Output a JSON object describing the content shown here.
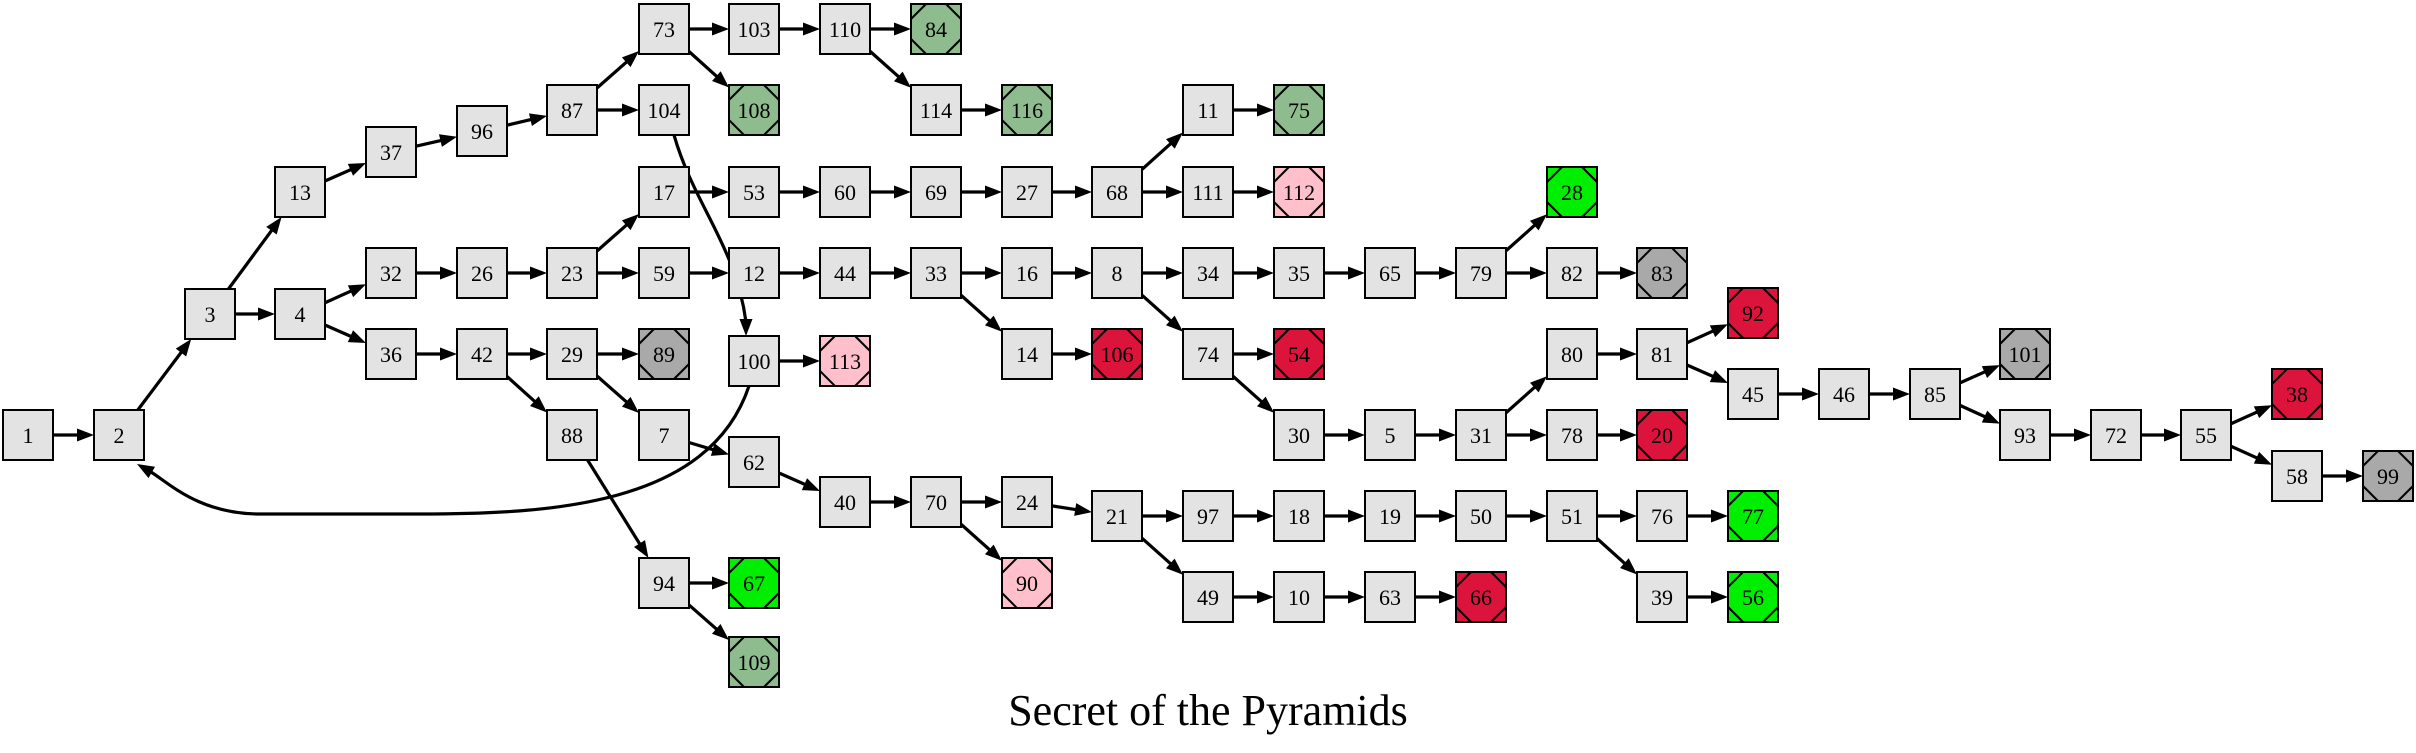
{
  "title": "Secret of the Pyramids",
  "colors": {
    "normal": "#e3e3e3",
    "good": "#8fbc8f",
    "best": "#00ee00",
    "bad": "#dc143c",
    "neutral": "#a9a9a9",
    "pink": "#ffc0cb"
  },
  "nodes": [
    {
      "id": "1",
      "label": "1",
      "kind": "normal"
    },
    {
      "id": "2",
      "label": "2",
      "kind": "normal"
    },
    {
      "id": "3",
      "label": "3",
      "kind": "normal"
    },
    {
      "id": "4",
      "label": "4",
      "kind": "normal"
    },
    {
      "id": "13",
      "label": "13",
      "kind": "normal"
    },
    {
      "id": "32",
      "label": "32",
      "kind": "normal"
    },
    {
      "id": "36",
      "label": "36",
      "kind": "normal"
    },
    {
      "id": "37",
      "label": "37",
      "kind": "normal"
    },
    {
      "id": "26",
      "label": "26",
      "kind": "normal"
    },
    {
      "id": "42",
      "label": "42",
      "kind": "normal"
    },
    {
      "id": "96",
      "label": "96",
      "kind": "normal"
    },
    {
      "id": "23",
      "label": "23",
      "kind": "normal"
    },
    {
      "id": "29",
      "label": "29",
      "kind": "normal"
    },
    {
      "id": "88",
      "label": "88",
      "kind": "normal"
    },
    {
      "id": "87",
      "label": "87",
      "kind": "normal"
    },
    {
      "id": "17",
      "label": "17",
      "kind": "normal"
    },
    {
      "id": "59",
      "label": "59",
      "kind": "normal"
    },
    {
      "id": "89",
      "label": "89",
      "kind": "neutral"
    },
    {
      "id": "7",
      "label": "7",
      "kind": "normal"
    },
    {
      "id": "94",
      "label": "94",
      "kind": "normal"
    },
    {
      "id": "73",
      "label": "73",
      "kind": "normal"
    },
    {
      "id": "104",
      "label": "104",
      "kind": "normal"
    },
    {
      "id": "103",
      "label": "103",
      "kind": "normal"
    },
    {
      "id": "108",
      "label": "108",
      "kind": "good"
    },
    {
      "id": "53",
      "label": "53",
      "kind": "normal"
    },
    {
      "id": "12",
      "label": "12",
      "kind": "normal"
    },
    {
      "id": "100",
      "label": "100",
      "kind": "normal"
    },
    {
      "id": "62",
      "label": "62",
      "kind": "normal"
    },
    {
      "id": "67",
      "label": "67",
      "kind": "best"
    },
    {
      "id": "109",
      "label": "109",
      "kind": "good"
    },
    {
      "id": "110",
      "label": "110",
      "kind": "normal"
    },
    {
      "id": "60",
      "label": "60",
      "kind": "normal"
    },
    {
      "id": "44",
      "label": "44",
      "kind": "normal"
    },
    {
      "id": "113",
      "label": "113",
      "kind": "pink"
    },
    {
      "id": "40",
      "label": "40",
      "kind": "normal"
    },
    {
      "id": "84",
      "label": "84",
      "kind": "good"
    },
    {
      "id": "114",
      "label": "114",
      "kind": "normal"
    },
    {
      "id": "69",
      "label": "69",
      "kind": "normal"
    },
    {
      "id": "33",
      "label": "33",
      "kind": "normal"
    },
    {
      "id": "70",
      "label": "70",
      "kind": "normal"
    },
    {
      "id": "116",
      "label": "116",
      "kind": "good"
    },
    {
      "id": "27",
      "label": "27",
      "kind": "normal"
    },
    {
      "id": "16",
      "label": "16",
      "kind": "normal"
    },
    {
      "id": "14",
      "label": "14",
      "kind": "normal"
    },
    {
      "id": "24",
      "label": "24",
      "kind": "normal"
    },
    {
      "id": "90",
      "label": "90",
      "kind": "pink"
    },
    {
      "id": "68",
      "label": "68",
      "kind": "normal"
    },
    {
      "id": "8",
      "label": "8",
      "kind": "normal"
    },
    {
      "id": "106",
      "label": "106",
      "kind": "bad"
    },
    {
      "id": "21",
      "label": "21",
      "kind": "normal"
    },
    {
      "id": "11",
      "label": "11",
      "kind": "normal"
    },
    {
      "id": "111",
      "label": "111",
      "kind": "normal"
    },
    {
      "id": "34",
      "label": "34",
      "kind": "normal"
    },
    {
      "id": "74",
      "label": "74",
      "kind": "normal"
    },
    {
      "id": "97",
      "label": "97",
      "kind": "normal"
    },
    {
      "id": "49",
      "label": "49",
      "kind": "normal"
    },
    {
      "id": "75",
      "label": "75",
      "kind": "good"
    },
    {
      "id": "112",
      "label": "112",
      "kind": "pink"
    },
    {
      "id": "35",
      "label": "35",
      "kind": "normal"
    },
    {
      "id": "54",
      "label": "54",
      "kind": "bad"
    },
    {
      "id": "30",
      "label": "30",
      "kind": "normal"
    },
    {
      "id": "18",
      "label": "18",
      "kind": "normal"
    },
    {
      "id": "10",
      "label": "10",
      "kind": "normal"
    },
    {
      "id": "65",
      "label": "65",
      "kind": "normal"
    },
    {
      "id": "5",
      "label": "5",
      "kind": "normal"
    },
    {
      "id": "19",
      "label": "19",
      "kind": "normal"
    },
    {
      "id": "63",
      "label": "63",
      "kind": "normal"
    },
    {
      "id": "79",
      "label": "79",
      "kind": "normal"
    },
    {
      "id": "31",
      "label": "31",
      "kind": "normal"
    },
    {
      "id": "50",
      "label": "50",
      "kind": "normal"
    },
    {
      "id": "66",
      "label": "66",
      "kind": "bad"
    },
    {
      "id": "28",
      "label": "28",
      "kind": "best"
    },
    {
      "id": "82",
      "label": "82",
      "kind": "normal"
    },
    {
      "id": "80",
      "label": "80",
      "kind": "normal"
    },
    {
      "id": "78",
      "label": "78",
      "kind": "normal"
    },
    {
      "id": "51",
      "label": "51",
      "kind": "normal"
    },
    {
      "id": "83",
      "label": "83",
      "kind": "neutral"
    },
    {
      "id": "81",
      "label": "81",
      "kind": "normal"
    },
    {
      "id": "20",
      "label": "20",
      "kind": "bad"
    },
    {
      "id": "76",
      "label": "76",
      "kind": "normal"
    },
    {
      "id": "39",
      "label": "39",
      "kind": "normal"
    },
    {
      "id": "92",
      "label": "92",
      "kind": "bad"
    },
    {
      "id": "45",
      "label": "45",
      "kind": "normal"
    },
    {
      "id": "77",
      "label": "77",
      "kind": "best"
    },
    {
      "id": "56",
      "label": "56",
      "kind": "best"
    },
    {
      "id": "46",
      "label": "46",
      "kind": "normal"
    },
    {
      "id": "85",
      "label": "85",
      "kind": "normal"
    },
    {
      "id": "101",
      "label": "101",
      "kind": "neutral"
    },
    {
      "id": "93",
      "label": "93",
      "kind": "normal"
    },
    {
      "id": "72",
      "label": "72",
      "kind": "normal"
    },
    {
      "id": "55",
      "label": "55",
      "kind": "normal"
    },
    {
      "id": "38",
      "label": "38",
      "kind": "bad"
    },
    {
      "id": "58",
      "label": "58",
      "kind": "normal"
    },
    {
      "id": "99",
      "label": "99",
      "kind": "neutral"
    }
  ],
  "edges": [
    [
      "1",
      "2"
    ],
    [
      "2",
      "3"
    ],
    [
      "3",
      "13"
    ],
    [
      "3",
      "4"
    ],
    [
      "4",
      "32"
    ],
    [
      "4",
      "36"
    ],
    [
      "13",
      "37"
    ],
    [
      "37",
      "96"
    ],
    [
      "96",
      "87"
    ],
    [
      "87",
      "73"
    ],
    [
      "87",
      "104"
    ],
    [
      "73",
      "103"
    ],
    [
      "73",
      "108"
    ],
    [
      "103",
      "110"
    ],
    [
      "110",
      "84"
    ],
    [
      "110",
      "114"
    ],
    [
      "114",
      "116"
    ],
    [
      "32",
      "26"
    ],
    [
      "26",
      "23"
    ],
    [
      "23",
      "17"
    ],
    [
      "23",
      "59"
    ],
    [
      "17",
      "53"
    ],
    [
      "59",
      "12"
    ],
    [
      "53",
      "60"
    ],
    [
      "60",
      "69"
    ],
    [
      "69",
      "27"
    ],
    [
      "27",
      "68"
    ],
    [
      "68",
      "11"
    ],
    [
      "68",
      "111"
    ],
    [
      "11",
      "75"
    ],
    [
      "111",
      "112"
    ],
    [
      "12",
      "44"
    ],
    [
      "44",
      "33"
    ],
    [
      "33",
      "16"
    ],
    [
      "33",
      "14"
    ],
    [
      "14",
      "106"
    ],
    [
      "16",
      "8"
    ],
    [
      "8",
      "34"
    ],
    [
      "8",
      "74"
    ],
    [
      "34",
      "35"
    ],
    [
      "35",
      "65"
    ],
    [
      "65",
      "79"
    ],
    [
      "79",
      "28"
    ],
    [
      "79",
      "82"
    ],
    [
      "82",
      "83"
    ],
    [
      "74",
      "54"
    ],
    [
      "74",
      "30"
    ],
    [
      "30",
      "5"
    ],
    [
      "5",
      "31"
    ],
    [
      "31",
      "80"
    ],
    [
      "31",
      "78"
    ],
    [
      "78",
      "20"
    ],
    [
      "80",
      "81"
    ],
    [
      "81",
      "92"
    ],
    [
      "81",
      "45"
    ],
    [
      "45",
      "46"
    ],
    [
      "46",
      "85"
    ],
    [
      "85",
      "101"
    ],
    [
      "85",
      "93"
    ],
    [
      "93",
      "72"
    ],
    [
      "72",
      "55"
    ],
    [
      "55",
      "38"
    ],
    [
      "55",
      "58"
    ],
    [
      "58",
      "99"
    ],
    [
      "36",
      "42"
    ],
    [
      "42",
      "29"
    ],
    [
      "42",
      "88"
    ],
    [
      "29",
      "89"
    ],
    [
      "29",
      "7"
    ],
    [
      "7",
      "62"
    ],
    [
      "62",
      "40"
    ],
    [
      "40",
      "70"
    ],
    [
      "70",
      "24"
    ],
    [
      "70",
      "90"
    ],
    [
      "24",
      "21"
    ],
    [
      "21",
      "97"
    ],
    [
      "21",
      "49"
    ],
    [
      "97",
      "18"
    ],
    [
      "18",
      "19"
    ],
    [
      "19",
      "50"
    ],
    [
      "50",
      "51"
    ],
    [
      "51",
      "76"
    ],
    [
      "51",
      "39"
    ],
    [
      "76",
      "77"
    ],
    [
      "39",
      "56"
    ],
    [
      "49",
      "10"
    ],
    [
      "10",
      "63"
    ],
    [
      "63",
      "66"
    ],
    [
      "88",
      "94"
    ],
    [
      "94",
      "67"
    ],
    [
      "94",
      "109"
    ],
    [
      "104",
      "100"
    ],
    [
      "100",
      "113"
    ],
    [
      "100",
      "2"
    ]
  ]
}
